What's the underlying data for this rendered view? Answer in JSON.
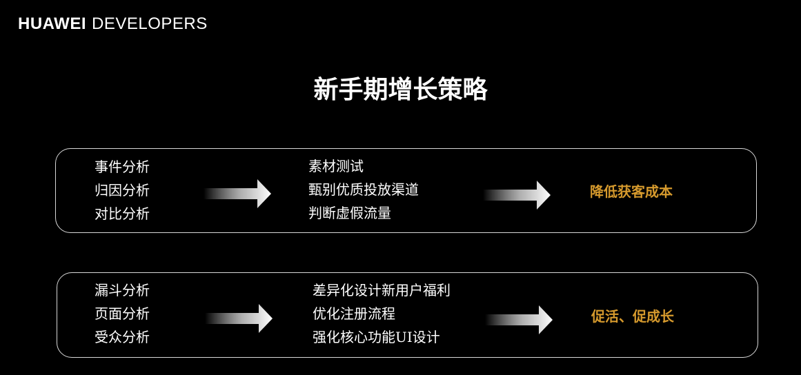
{
  "header": {
    "brand_bold": "HUAWEI",
    "brand_light": "DEVELOPERS"
  },
  "slide": {
    "title": "新手期增长策略"
  },
  "rows": [
    {
      "methods": [
        "事件分析",
        "归因分析",
        "对比分析"
      ],
      "actions": [
        "素材测试",
        "甄别优质投放渠道",
        "判断虚假流量"
      ],
      "result": "降低获客成本"
    },
    {
      "methods": [
        "漏斗分析",
        "页面分析",
        "受众分析"
      ],
      "actions": [
        "差异化设计新用户福利",
        "优化注册流程",
        "强化核心功能UI设计"
      ],
      "result": "促活、促成长"
    }
  ],
  "colors": {
    "background": "#000000",
    "text": "#ffffff",
    "accent": "#d69a2d",
    "border": "#d9d9d9"
  }
}
